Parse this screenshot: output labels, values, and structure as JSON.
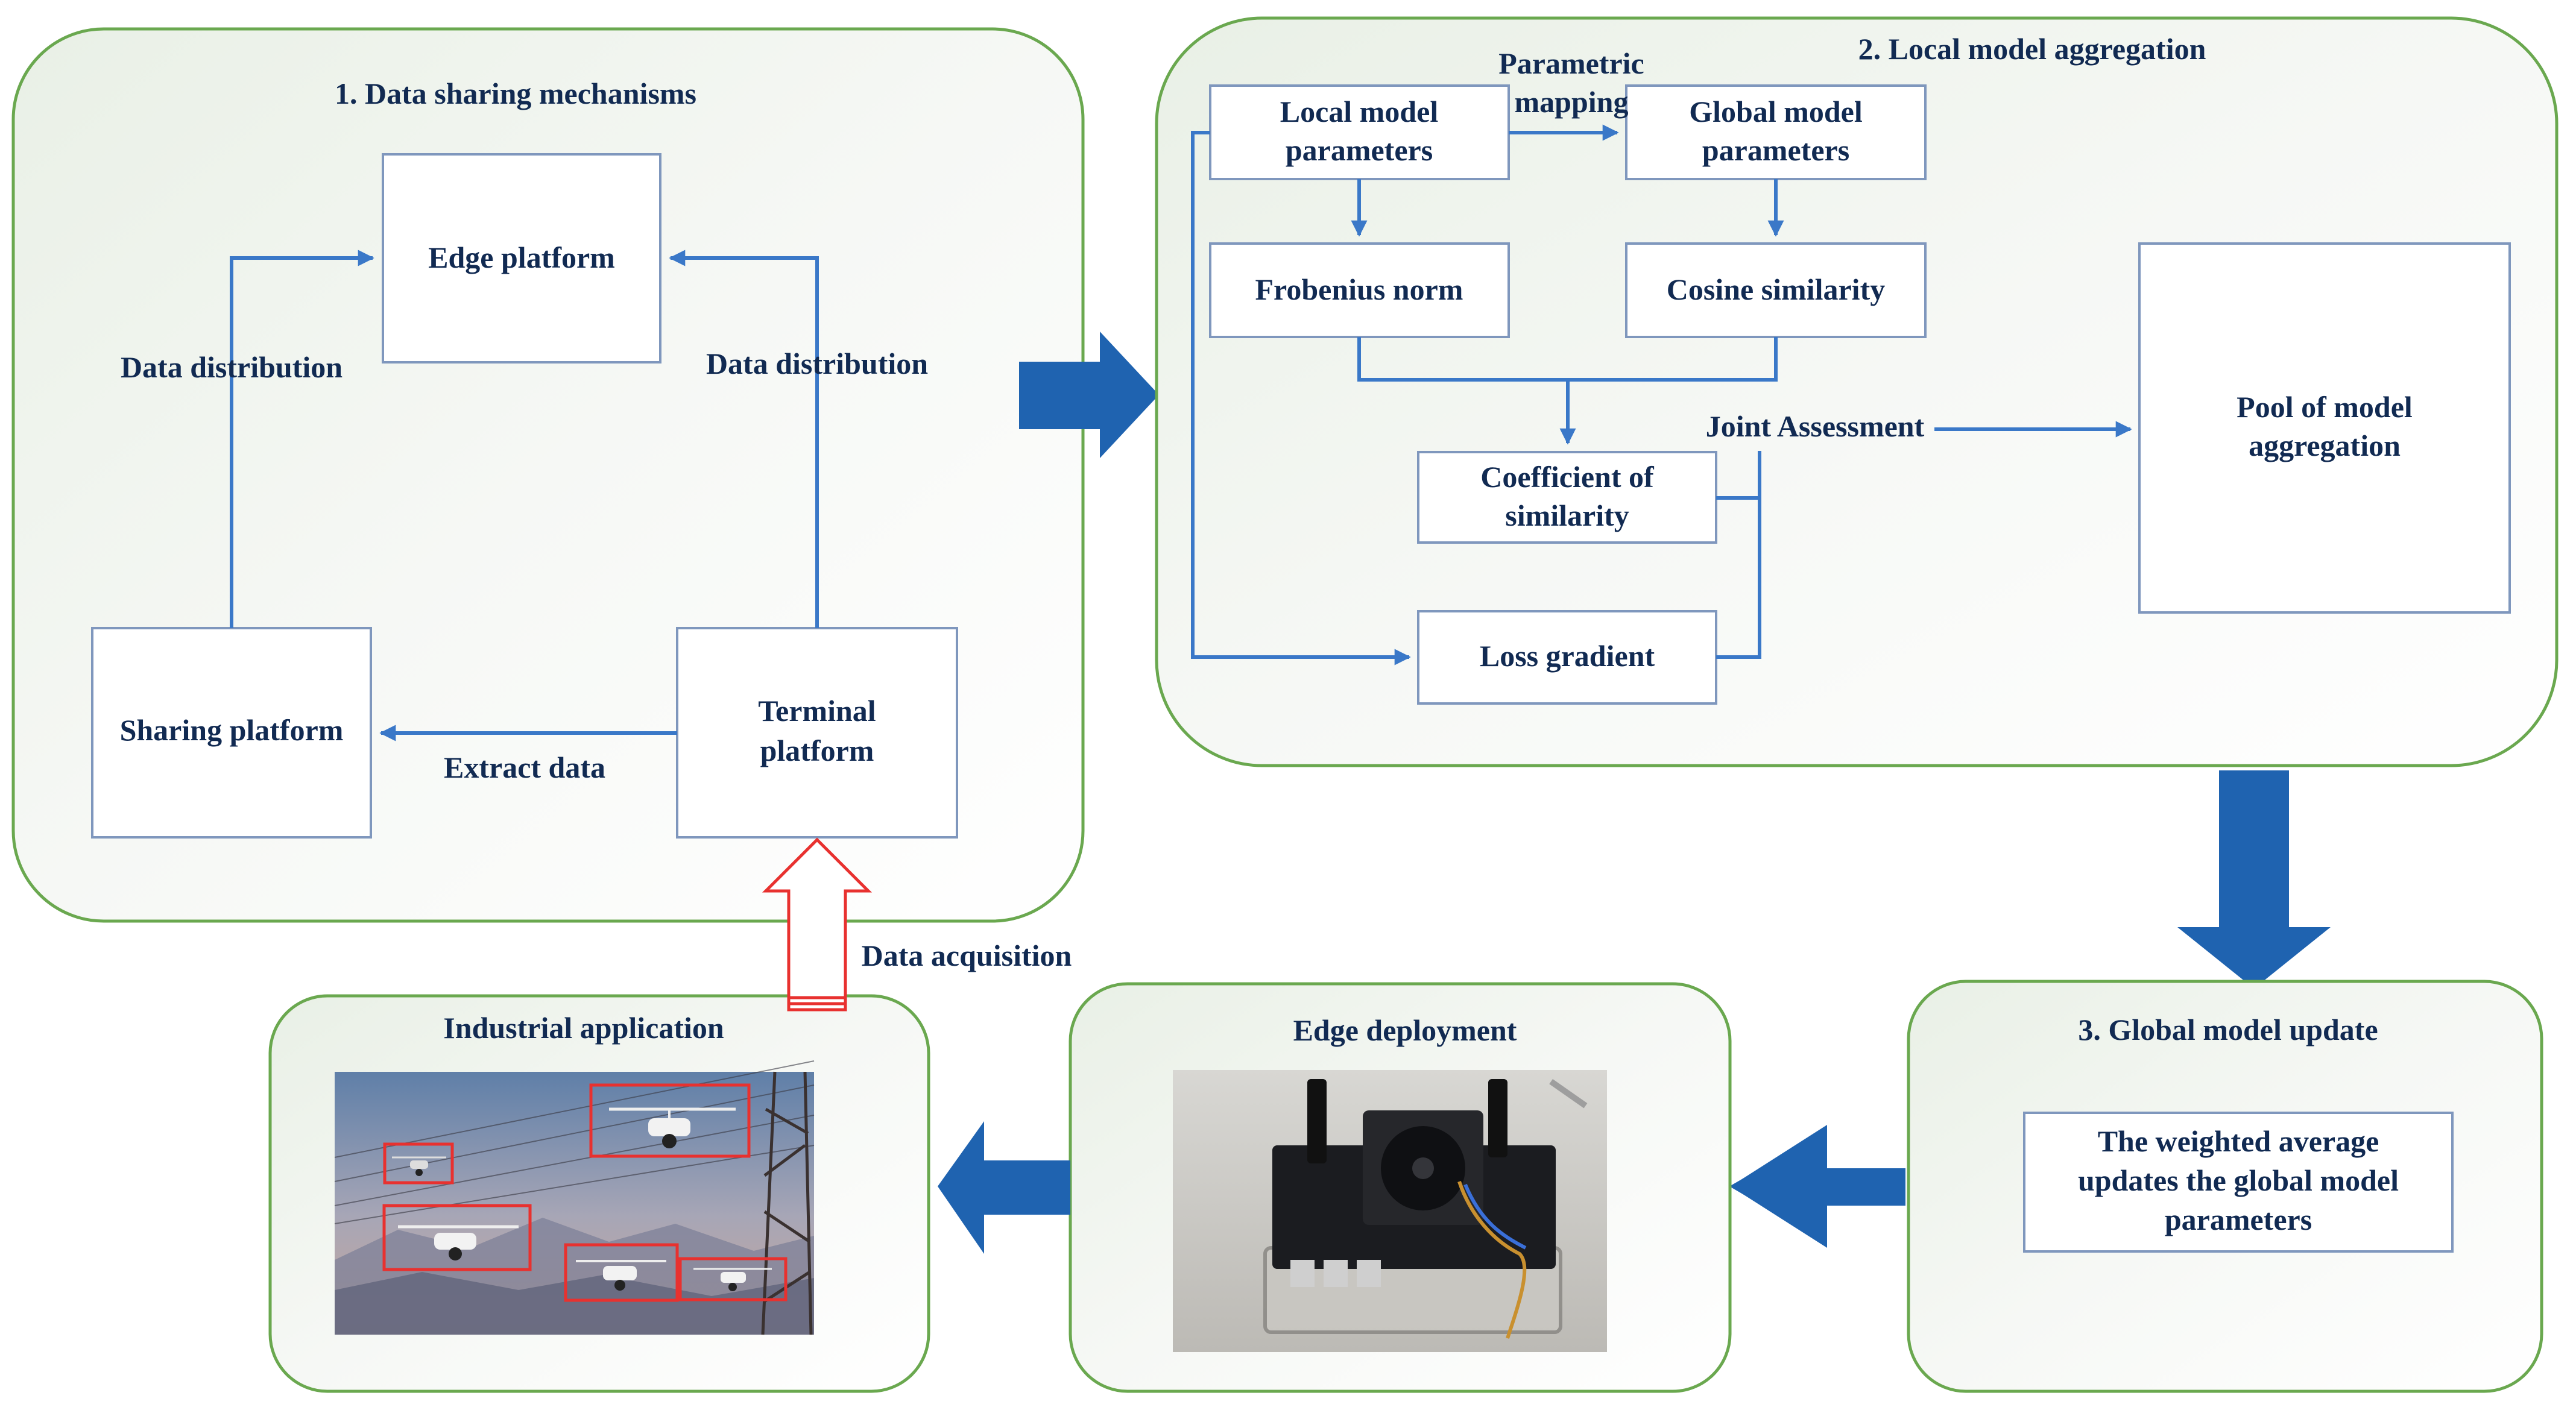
{
  "section1": {
    "title": "1. Data sharing mechanisms",
    "edge_platform": "Edge platform",
    "sharing_platform": "Sharing platform",
    "terminal_platform": [
      "Terminal",
      "platform"
    ],
    "data_distribution_left": "Data distribution",
    "data_distribution_right": "Data distribution",
    "extract_data": "Extract data"
  },
  "section2": {
    "title": "2. Local model aggregation",
    "local_params": [
      "Local model",
      "parameters"
    ],
    "global_params": [
      "Global model",
      "parameters"
    ],
    "parametric_mapping": [
      "Parametric",
      "mapping"
    ],
    "frobenius": "Frobenius norm",
    "cosine": "Cosine similarity",
    "coefficient": [
      "Coefficient of",
      "similarity"
    ],
    "loss_gradient": "Loss gradient",
    "joint_assessment": "Joint Assessment",
    "pool": [
      "Pool of model",
      "aggregation"
    ]
  },
  "section3": {
    "title": "3. Global model update",
    "weighted_average": [
      "The weighted average",
      "updates the global model",
      "parameters"
    ]
  },
  "edge_deployment": {
    "title": "Edge deployment"
  },
  "industrial_application": {
    "title": "Industrial application"
  },
  "data_acquisition": "Data acquisition",
  "colors": {
    "panel_border": "#6aa84f",
    "box_border": "#7f97bd",
    "flow_line": "#3a78c8",
    "big_arrow": "#1f63b0",
    "text": "#112a52",
    "acquisition_arrow": "#e8312f",
    "detection_box": "#e8312f"
  },
  "icons": [
    "drone-photo",
    "edge-device-photo"
  ]
}
